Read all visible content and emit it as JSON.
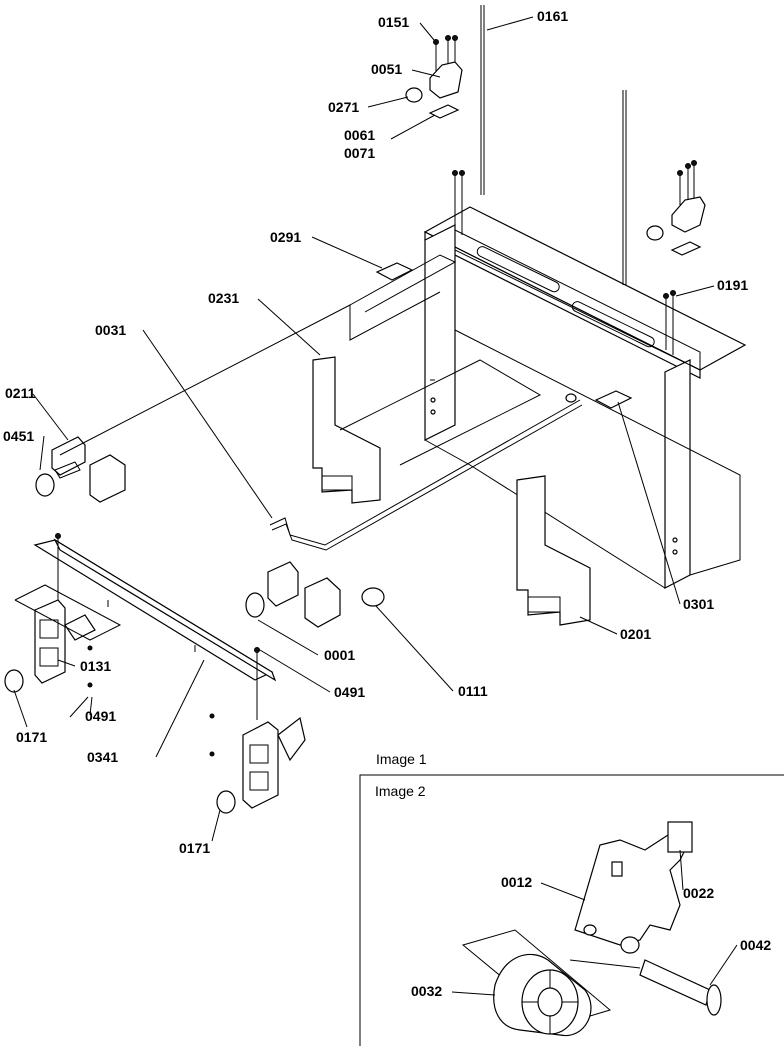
{
  "labels": {
    "p0151": "0151",
    "p0161": "0161",
    "p0051": "0051",
    "p0271": "0271",
    "p0061": "0061",
    "p0071": "0071",
    "p0291": "0291",
    "p0191": "0191",
    "p0231": "0231",
    "p0031": "0031",
    "p0211": "0211",
    "p0451": "0451",
    "p0131": "0131",
    "p0491a": "0491",
    "p0171a": "0171",
    "p0341": "0341",
    "p0001": "0001",
    "p0491b": "0491",
    "p0111": "0111",
    "p0201": "0201",
    "p0301": "0301",
    "p0171b": "0171",
    "p0012": "0012",
    "p0022": "0022",
    "p0032": "0032",
    "p0042": "0042"
  },
  "insets": {
    "image1": "Image 1",
    "image2": "Image 2"
  }
}
